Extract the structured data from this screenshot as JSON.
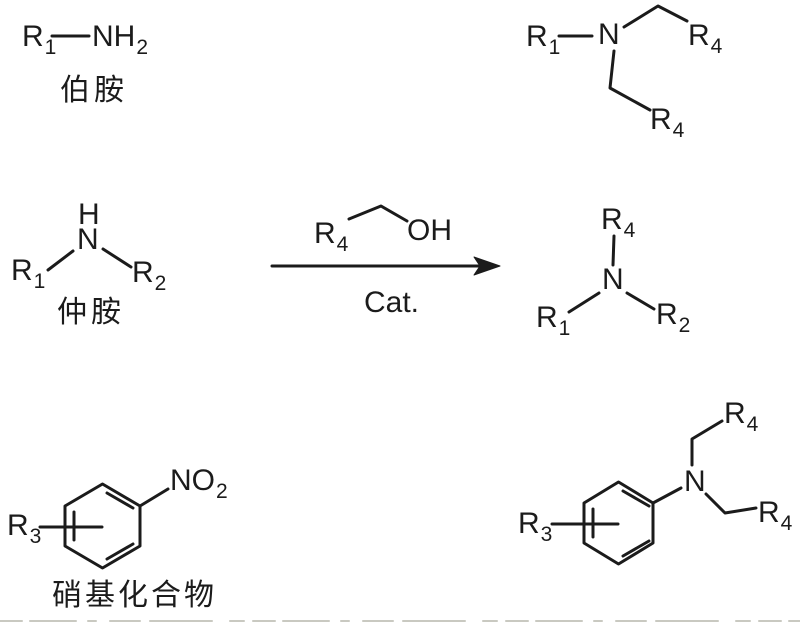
{
  "colors": {
    "ink": "#1b1b1b",
    "paper": "#ffffff",
    "scan-artifact": "#c9c9c1"
  },
  "diagram_type": "chemical-reaction-scheme",
  "atoms": {
    "R1": {
      "base": "R",
      "sub": "1"
    },
    "R2": {
      "base": "R",
      "sub": "2"
    },
    "R3": {
      "base": "R",
      "sub": "3"
    },
    "R4": {
      "base": "R",
      "sub": "4"
    },
    "NH2": {
      "base": "NH",
      "sub": "2"
    },
    "NO2": {
      "base": "NO",
      "sub": "2"
    },
    "N": {
      "base": "N",
      "sub": ""
    },
    "H": {
      "base": "H",
      "sub": ""
    },
    "OH": {
      "base": "OH",
      "sub": ""
    }
  },
  "captions": {
    "primary_amine": "伯胺",
    "secondary_amine": "仲胺",
    "nitro_compound": "硝基化合物"
  },
  "arrow": {
    "catalyst": "Cat."
  }
}
